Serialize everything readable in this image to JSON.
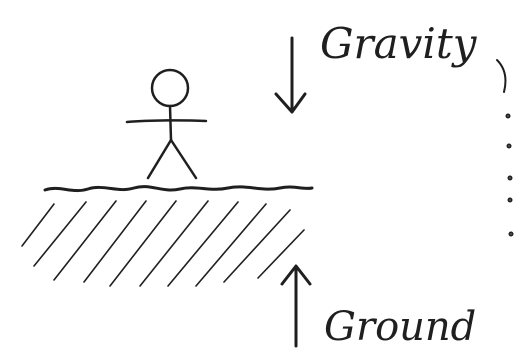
{
  "diagram": {
    "labels": {
      "gravity": "Gravity",
      "ground": "Ground"
    },
    "ink_color": "#1f1f1f",
    "arrows": [
      {
        "meaning": "gravity",
        "direction": "down"
      },
      {
        "meaning": "ground",
        "direction": "up"
      }
    ],
    "figure": "stick-figure",
    "surface": "hatched-ground"
  }
}
